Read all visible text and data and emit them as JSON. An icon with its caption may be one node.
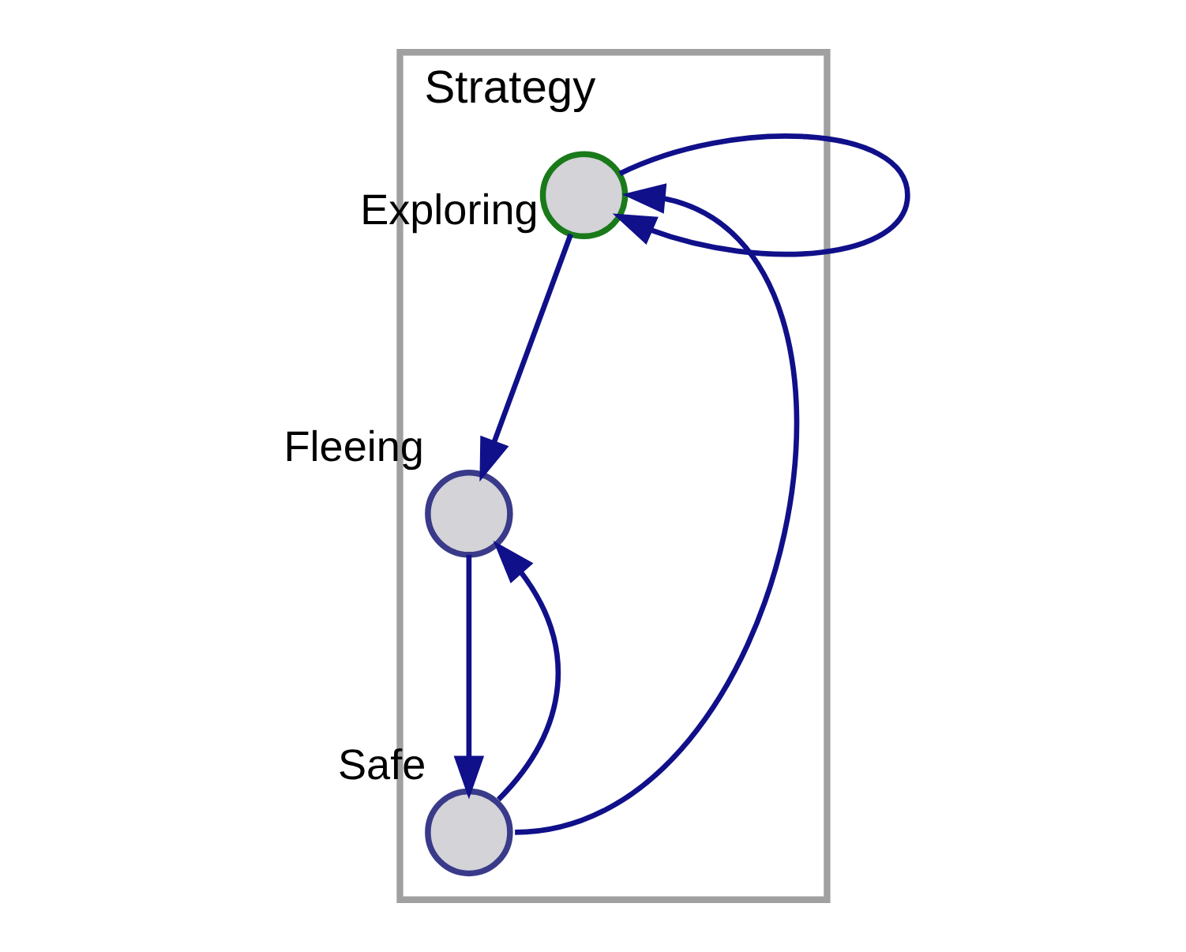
{
  "diagram": {
    "nodes": [
      {
        "text": [
          "Strategy"
        ]
      },
      {
        "text": [],
        "shape": "circle",
        "in": 0,
        "beside": [
          "Exploring"
        ]
      },
      {
        "text": [],
        "shape": "circle",
        "in": 0,
        "beside": [
          "Fleeing"
        ]
      },
      {
        "text": [],
        "shape": "circle",
        "in": 0,
        "beside": [
          "Safe"
        ]
      }
    ],
    "edges": [
      {
        "from": 1,
        "to": 1,
        "arrow": "to"
      },
      {
        "from": 1,
        "to": 2,
        "arrow": "to"
      },
      {
        "from": 2,
        "to": 3,
        "arrow": "to"
      },
      {
        "from": 3,
        "to": 1,
        "arrow": "to"
      },
      {
        "from": 3,
        "to": 2,
        "arrow": "to"
      }
    ]
  }
}
